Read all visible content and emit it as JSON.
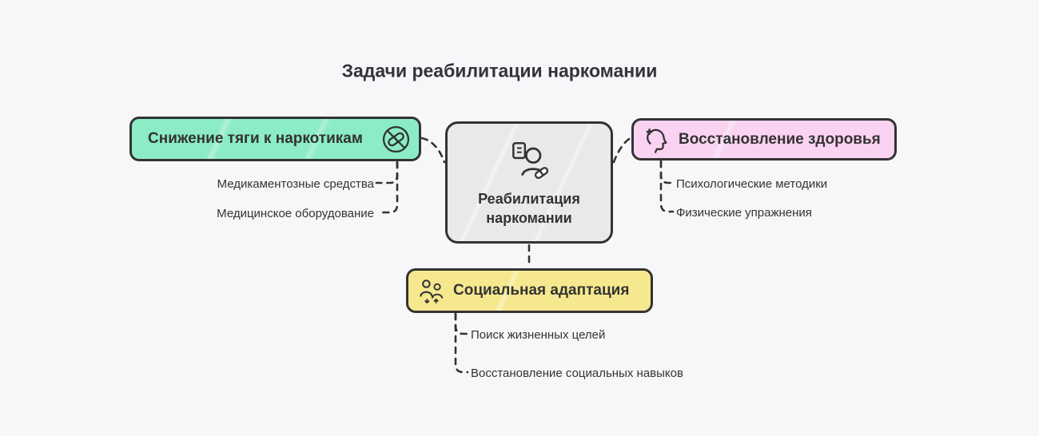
{
  "title": "Задачи реабилитации наркомании",
  "colors": {
    "background": "#f7f7fa",
    "border": "#333333",
    "text": "#333333",
    "center_fill": "#e9e9e9",
    "left_fill": "#8becc6",
    "right_fill": "#f9d3f1",
    "bottom_fill": "#f6e88f"
  },
  "center": {
    "label": "Реабилитация наркомании",
    "icon": "rehab-person-pill-icon"
  },
  "branches": {
    "left": {
      "label": "Снижение тяги к наркотикам",
      "icon": "no-drugs-icon",
      "children": [
        "Медикаментозные средства",
        "Медицинское оборудование"
      ]
    },
    "right": {
      "label": "Восстановление здоровья",
      "icon": "head-plus-icon",
      "children": [
        "Психологические методики",
        "Физические упражнения"
      ]
    },
    "bottom": {
      "label": "Социальная адаптация",
      "icon": "people-icon",
      "children": [
        "Поиск жизненных целей",
        "Восстановление социальных навыков"
      ]
    }
  }
}
